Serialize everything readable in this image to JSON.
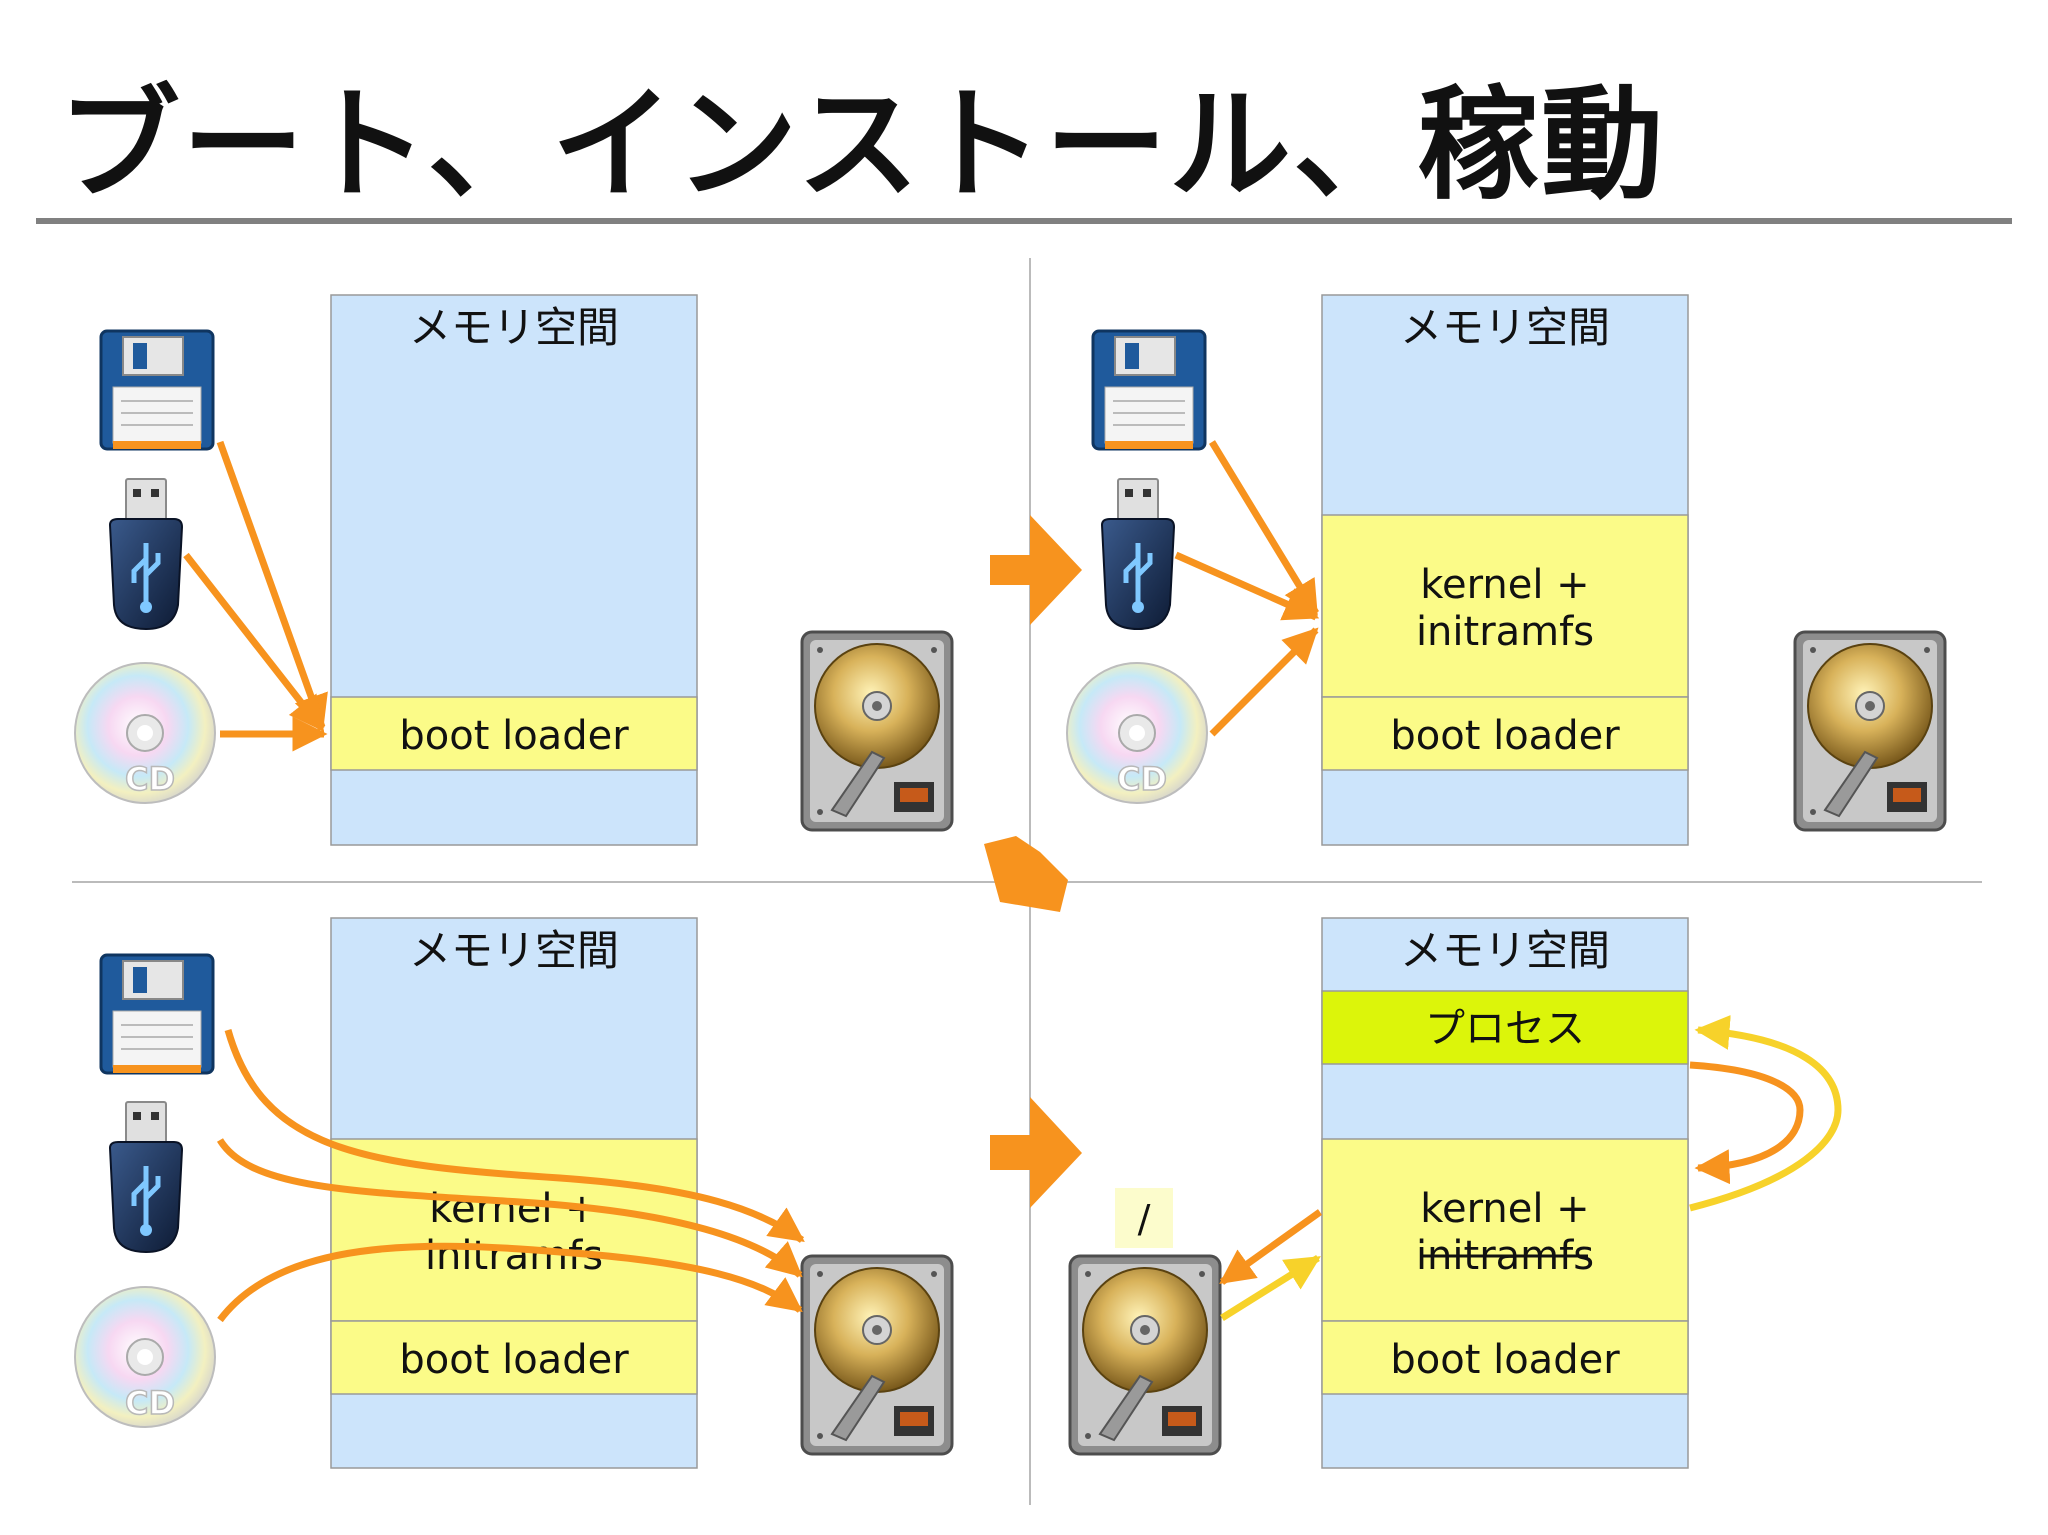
{
  "title": "ブート、インストール、稼動",
  "memory_label": "メモリ空間",
  "segments": {
    "boot_loader": "boot loader",
    "kernel_line1": "kernel +",
    "kernel_line2": "initramfs",
    "process": "プロセス"
  },
  "cd_label": "CD",
  "root_label": "/",
  "colors": {
    "memory_bg": "#cce4fb",
    "segment_yellow": "#fbfb88",
    "process_green": "#dcf50a",
    "arrow_orange": "#f7931e",
    "arrow_yellow": "#f7d22a",
    "divider": "#bbbbbb",
    "title_rule": "#808080"
  },
  "panels": [
    {
      "id": "boot",
      "memory_contents": [
        "boot loader"
      ]
    },
    {
      "id": "load-kernel",
      "memory_contents": [
        "kernel + initramfs",
        "boot loader"
      ]
    },
    {
      "id": "install",
      "memory_contents": [
        "kernel + initramfs",
        "boot loader"
      ]
    },
    {
      "id": "run",
      "memory_contents": [
        "プロセス",
        "kernel + initramfs",
        "boot loader"
      ]
    }
  ],
  "icons": [
    "floppy-disk-icon",
    "usb-drive-icon",
    "cd-icon",
    "hard-disk-icon",
    "next-step-arrow-icon"
  ]
}
